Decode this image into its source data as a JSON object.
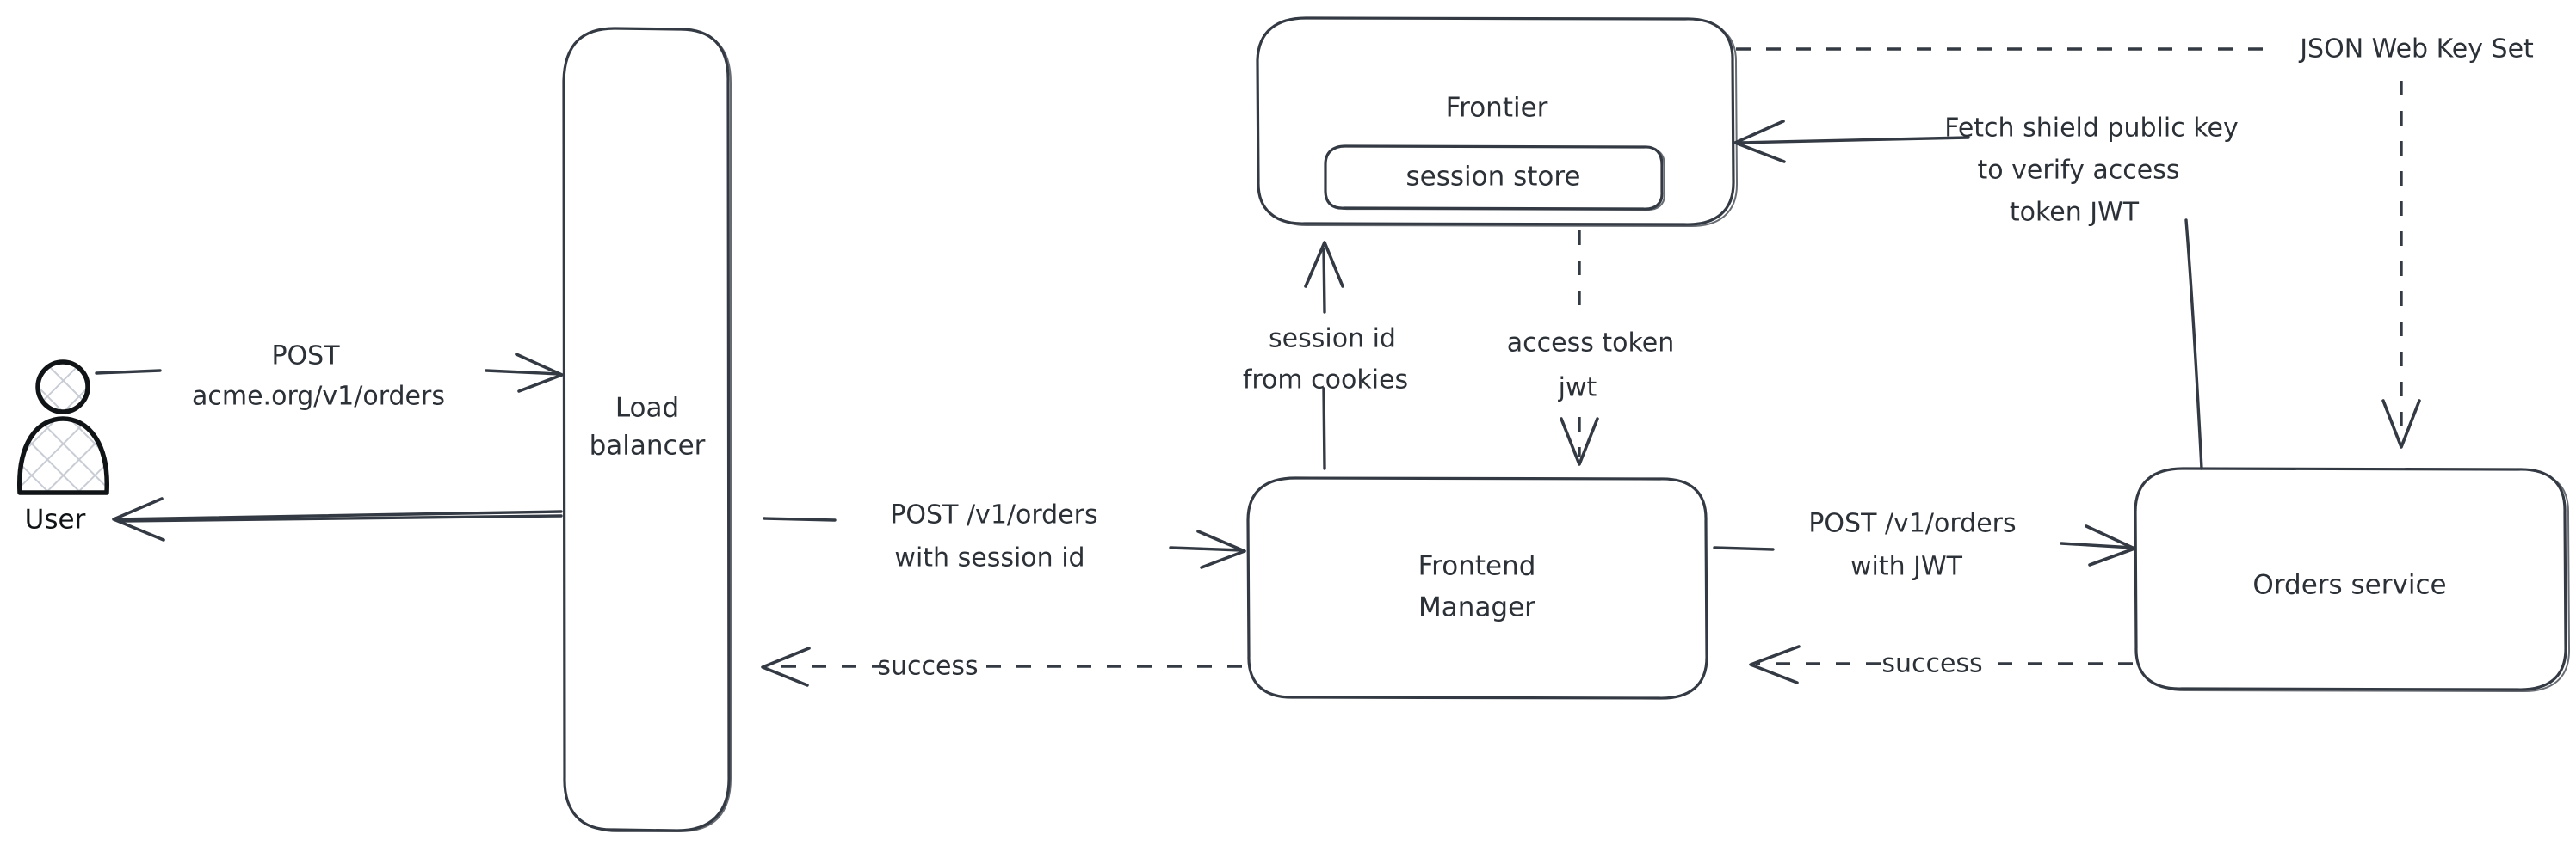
{
  "diagram": {
    "title": "Auth flow: user request through load balancer, frontend manager and orders service",
    "background_color": "#ffffff",
    "stroke_color": "#343a43",
    "actor_color": "#111416",
    "hatch_color": "#c8ccd4"
  },
  "actors": [
    {
      "id": "user",
      "label": "User",
      "icon": "person-icon"
    }
  ],
  "nodes": [
    {
      "id": "load_balancer",
      "label_line1": "Load",
      "label_line2": "balancer",
      "shape": "rounded-rect-tall"
    },
    {
      "id": "frontier",
      "label": "Frontier",
      "shape": "rounded-rect",
      "children": [
        {
          "id": "session_store",
          "label": "session store",
          "shape": "rounded-rect"
        }
      ]
    },
    {
      "id": "frontend_manager",
      "label_line1": "Frontend",
      "label_line2": "Manager",
      "shape": "rounded-rect"
    },
    {
      "id": "orders_service",
      "label": "Orders service",
      "shape": "rounded-rect"
    }
  ],
  "edges": [
    {
      "id": "user-to-lb",
      "from": "user",
      "to": "load_balancer",
      "style": "solid",
      "direction": "right",
      "label_line1": "POST",
      "label_line2": "acme.org/v1/orders"
    },
    {
      "id": "lb-to-user",
      "from": "load_balancer",
      "to": "user",
      "style": "solid",
      "direction": "left",
      "label": ""
    },
    {
      "id": "lb-to-fm",
      "from": "load_balancer",
      "to": "frontend_manager",
      "style": "solid",
      "direction": "right",
      "label_line1": "POST /v1/orders",
      "label_line2": "with session id"
    },
    {
      "id": "fm-to-lb",
      "from": "frontend_manager",
      "to": "load_balancer",
      "style": "dashed",
      "direction": "left",
      "label": "success"
    },
    {
      "id": "fm-to-frontier",
      "from": "frontend_manager",
      "to": "frontier",
      "style": "solid",
      "direction": "up",
      "label_line1": "session id",
      "label_line2": "from cookies"
    },
    {
      "id": "frontier-to-fm",
      "from": "frontier",
      "to": "frontend_manager",
      "style": "dashed",
      "direction": "down",
      "label_line1": "access token",
      "label_line2": "jwt"
    },
    {
      "id": "fm-to-orders",
      "from": "frontend_manager",
      "to": "orders_service",
      "style": "solid",
      "direction": "right",
      "label_line1": "POST /v1/orders",
      "label_line2": "with JWT"
    },
    {
      "id": "orders-to-fm",
      "from": "orders_service",
      "to": "frontend_manager",
      "style": "dashed",
      "direction": "left",
      "label": "success"
    },
    {
      "id": "orders-to-frontier",
      "from": "orders_service",
      "to": "frontier",
      "style": "solid",
      "direction": "left",
      "label_line1": "Fetch shield public key",
      "label_line2": "to verify access",
      "label_line3": "token JWT"
    },
    {
      "id": "jwks",
      "from": "frontier",
      "to": "orders_service",
      "style": "dashed",
      "direction": "down",
      "label": "JSON Web Key Set"
    }
  ]
}
